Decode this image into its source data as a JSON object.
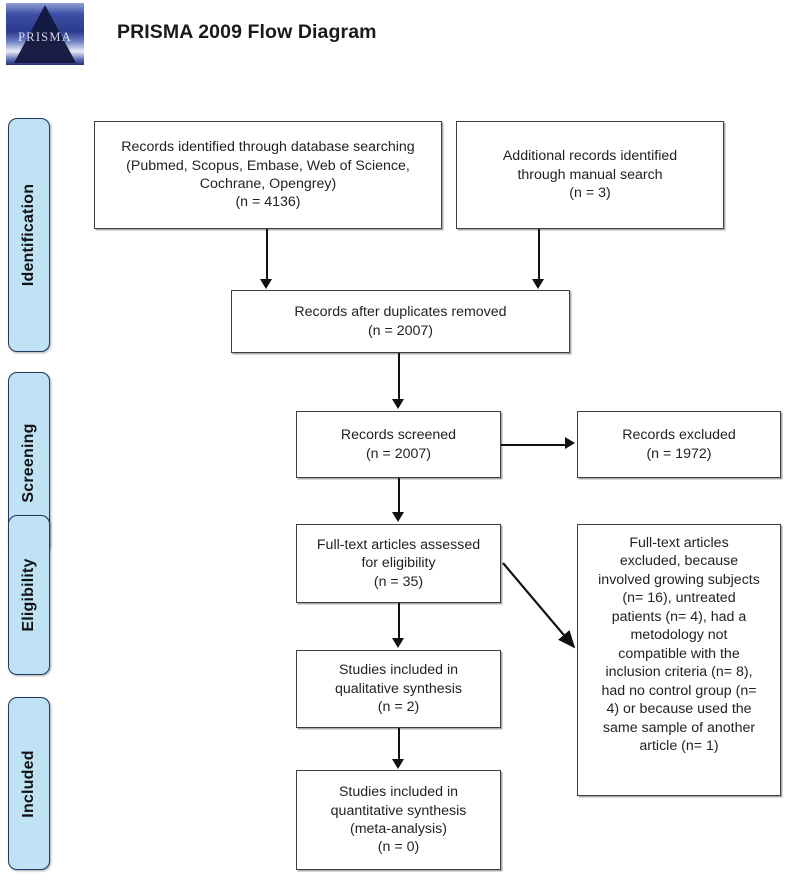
{
  "header": {
    "title": "PRISMA 2009 Flow Diagram",
    "logo_word": "PRISMA",
    "logo_alt": "prisma-logo"
  },
  "phases": [
    {
      "id": "identification",
      "label": "Identification"
    },
    {
      "id": "screening",
      "label": "Screening"
    },
    {
      "id": "eligibility",
      "label": "Eligibility"
    },
    {
      "id": "included",
      "label": "Included"
    }
  ],
  "boxes": {
    "database_search": {
      "line1": "Records identified through database searching",
      "line2": "(Pubmed, Scopus, Embase, Web of Science,",
      "line3": "Cochrane, Opengrey)",
      "line4": "(n = 4136)"
    },
    "manual_search": {
      "line1": "Additional records identified",
      "line2": "through manual search",
      "line3": "(n = 3)"
    },
    "duplicates_removed": {
      "line1": "Records after duplicates removed",
      "line2": "(n = 2007)"
    },
    "records_screened": {
      "line1": "Records screened",
      "line2": "(n = 2007)"
    },
    "records_excluded": {
      "line1": "Records excluded",
      "line2": "(n = 1972)"
    },
    "fulltext_assessed": {
      "line1": "Full-text articles assessed",
      "line2": "for eligibility",
      "line3": "(n = 35)"
    },
    "fulltext_excluded": {
      "line1": "Full-text articles",
      "line2": "excluded, because",
      "line3": "involved growing subjects",
      "line4": "(n= 16), untreated",
      "line5": "patients (n= 4), had a",
      "line6": "metodology not",
      "line7": "compatible with the",
      "line8": "inclusion criteria (n= 8),",
      "line9": "had no control group (n=",
      "line10": "4) or because used the",
      "line11": "same sample of another",
      "line12": "article (n= 1)"
    },
    "qualitative_synthesis": {
      "line1": "Studies included in",
      "line2": "qualitative synthesis",
      "line3": "(n = 2)"
    },
    "quantitative_synthesis": {
      "line1": "Studies included in",
      "line2": "quantitative synthesis",
      "line3": "(meta-analysis)",
      "line4": "(n = 0)"
    }
  },
  "colors": {
    "phase_fill": "#bfe2f4",
    "phase_border": "#1f3864",
    "box_border": "#3f3f3f",
    "connector": "#111111",
    "text": "#231f20"
  },
  "counts": {
    "database_search": 4136,
    "manual_search": 3,
    "after_duplicates": 2007,
    "screened": 2007,
    "excluded_screening": 1972,
    "fulltext_assessed": 35,
    "excluded_growing_subjects": 16,
    "excluded_untreated_patients": 4,
    "excluded_methodology": 8,
    "excluded_no_control_group": 4,
    "excluded_same_sample": 1,
    "qualitative_synthesis": 2,
    "quantitative_synthesis": 0
  }
}
